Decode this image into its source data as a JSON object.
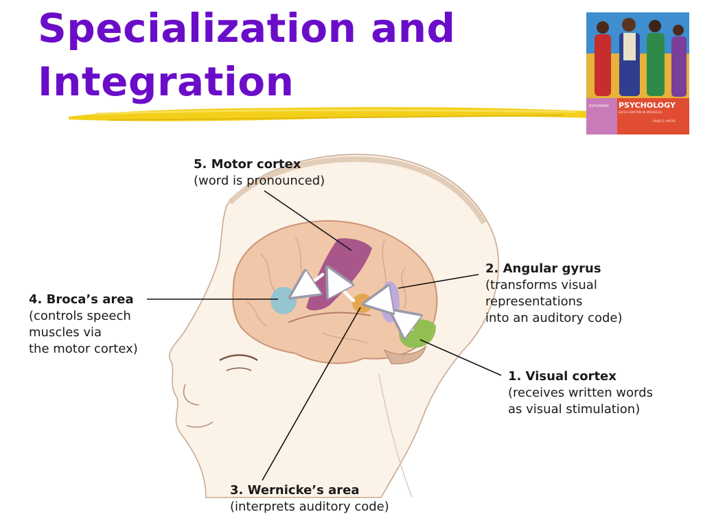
{
  "slide": {
    "title_line1": "Specialization and",
    "title_line2": "Integration"
  },
  "book": {
    "small_label": "EXPLORING",
    "title": "PSYCHOLOGY",
    "edition": "SIXTH EDITION IN MODULES",
    "author": "DAVID G. MYERS"
  },
  "labels": {
    "motor": {
      "name": "5. Motor cortex",
      "desc": "(word is pronounced)"
    },
    "angular": {
      "name": "2. Angular gyrus",
      "desc": "(transforms visual\nrepresentations\ninto an auditory code)"
    },
    "broca": {
      "name": "4. Broca’s area",
      "desc": "(controls speech\nmuscles via\nthe motor cortex)"
    },
    "visual": {
      "name": "1. Visual cortex",
      "desc": "(receives written words\nas visual stimulation)"
    },
    "wernicke": {
      "name": "3. Wernicke’s area",
      "desc": "(interprets auditory code)"
    }
  },
  "colors": {
    "title": "#6a0dc8",
    "underline": "#f3cf1a",
    "motor_region": "#a14a86",
    "angular_region": "#b9a8de",
    "broca_region": "#8ec5d2",
    "visual_region": "#8dbe4e",
    "wernicke_region": "#e4a34a",
    "brain": "#f1c7a9"
  }
}
